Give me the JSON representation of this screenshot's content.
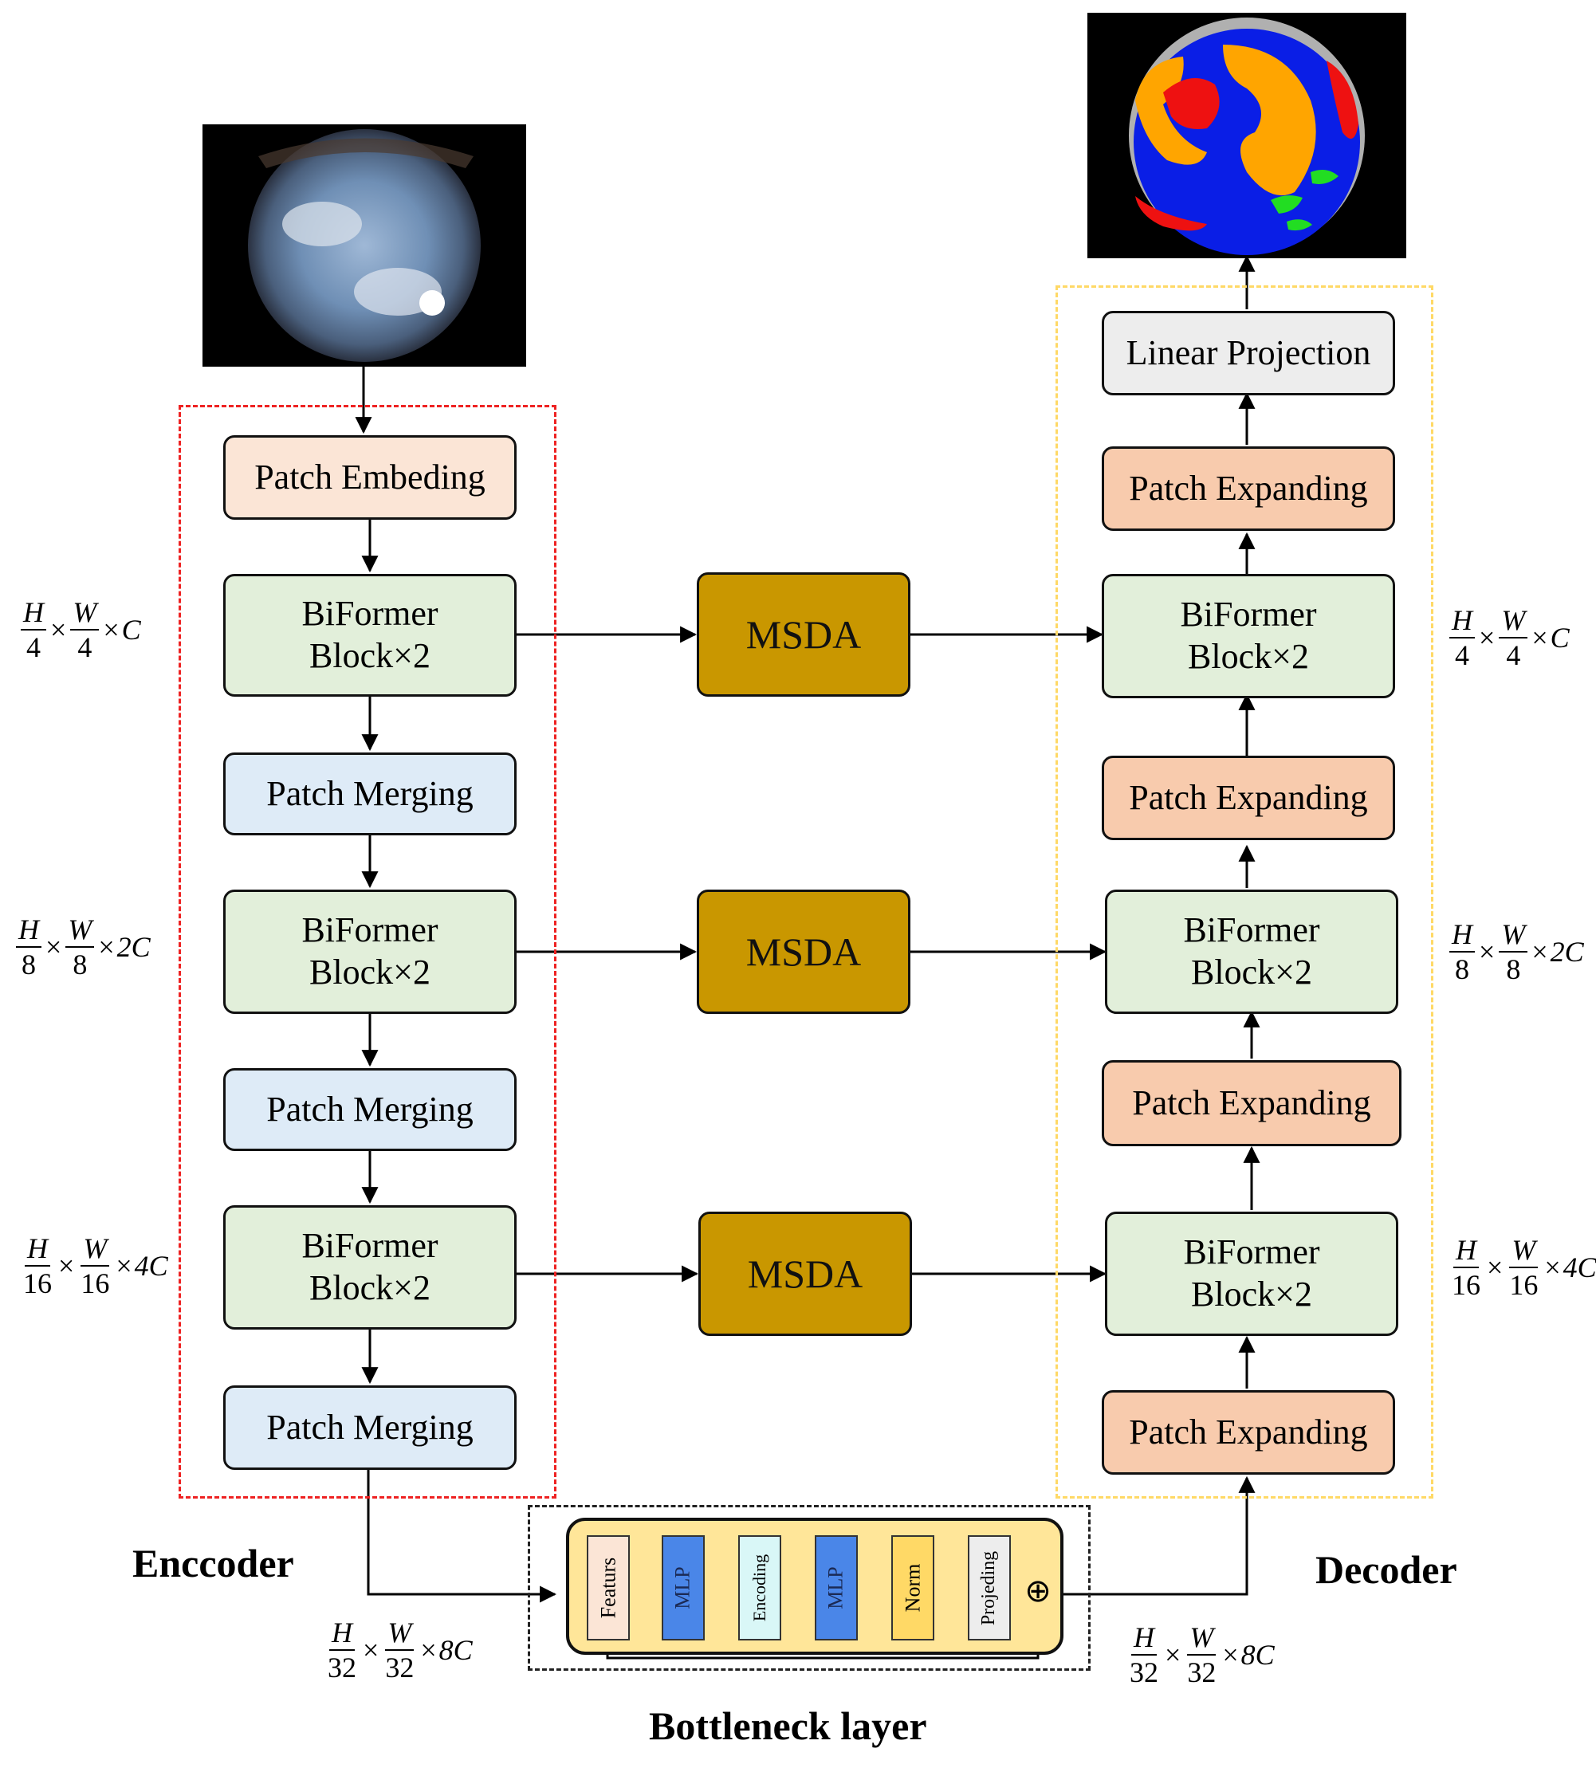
{
  "encoder": {
    "label": "Enccoder",
    "patch_embedding": "Patch Embeding",
    "biformer_line1": "BiFormer",
    "biformer_line2": "Block×2",
    "patch_merging": "Patch Merging"
  },
  "decoder": {
    "label": "Decoder",
    "linear_projection": "Linear Projection",
    "patch_expanding": "Patch Expanding",
    "biformer_line1": "BiFormer",
    "biformer_line2": "Block×2"
  },
  "skip": {
    "msda": "MSDA"
  },
  "bottleneck": {
    "label": "Bottleneck layer",
    "steps": [
      "Featurs",
      "MLP",
      "Encoding",
      "MLP",
      "Norm",
      "Projeding"
    ],
    "sum_symbol": "⊕"
  },
  "dims": {
    "h": "H",
    "w": "W",
    "times": "×",
    "d4": "4",
    "d8": "8",
    "d16": "16",
    "d32": "32",
    "c1": "C",
    "c2": "2C",
    "c4": "4C",
    "c8": "8C"
  },
  "images": {
    "input_icon": "fisheye-sky-image",
    "output_icon": "segmentation-mask-image"
  },
  "colors": {
    "encoder_border": "#ee2222",
    "decoder_border": "#ffd966",
    "msda": "#c99700",
    "biformer": "#e2efda",
    "patch_merging": "#deebf7",
    "patch_expanding": "#f8cbad",
    "patch_embedding": "#fbe5d6",
    "mask_blue": "#0a1ee6",
    "mask_orange": "#ffa500",
    "mask_red": "#ee1111",
    "mask_green": "#22dd22",
    "mask_gray": "#b0b0b0"
  }
}
